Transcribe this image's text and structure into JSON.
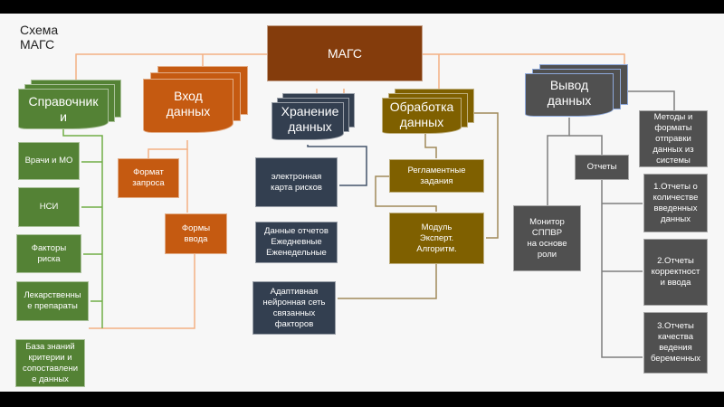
{
  "title": "Схема\nМАГС",
  "colors": {
    "mags": "#843C0C",
    "reference": "#548235",
    "input": "#C55A11",
    "storage": "#333F50",
    "processing": "#7F6000",
    "output": "#505050"
  },
  "mags": "МАГС",
  "docs": {
    "reference": "Справочник\nи",
    "input": "Вход\nданных",
    "storage": "Хранение\nданных",
    "processing": "Обработка\nданных",
    "output": "Вывод\nданных"
  },
  "reference_items": [
    "Врачи и МО",
    "НСИ",
    "Факторы\nриска",
    "Лекарственны\nе препараты",
    "База знаний\nкритерии и\nсопоставлени\nе данных"
  ],
  "input_items": [
    "Формат\nзапроса",
    "Формы\nввода"
  ],
  "storage_items": [
    "электронная\nкарта рисков",
    "Данные отчетов\nЕжедневные\nЕженедельные",
    "Адаптивная\nнейронная сеть\nсвязанных\nфакторов"
  ],
  "processing_items": [
    "Регламентные\nзадания",
    "Модуль\nЭксперт.\nАлгоритм."
  ],
  "output_items": {
    "methods": "Методы и\nформаты\nотправки\nданных из\nсистемы",
    "reports": "Отчеты",
    "monitor": "Монитор\nСППВР\nна основе\nроли",
    "r1": "1.Отчеты о\nколичестве\nвведенных\nданных",
    "r2": "2.Отчеты\nкорректност\nи ввода",
    "r3": "3.Отчеты\nкачества\nведения\nбеременных"
  }
}
